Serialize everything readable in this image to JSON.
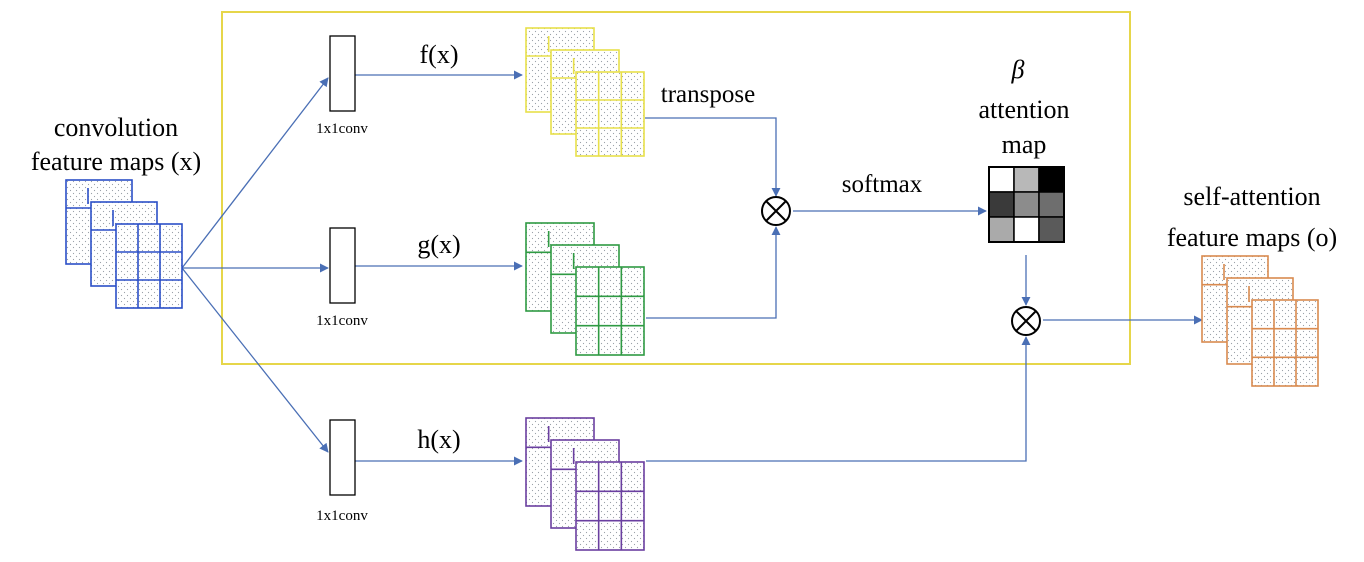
{
  "labels": {
    "input_line1": "convolution",
    "input_line2": "feature maps (x)",
    "f": "f(x)",
    "g": "g(x)",
    "h": "h(x)",
    "conv_f": "1x1conv",
    "conv_g": "1x1conv",
    "conv_h": "1x1conv",
    "transpose": "transpose",
    "softmax": "softmax",
    "beta": "β",
    "attn_line1": "attention",
    "attn_line2": "map",
    "output_line1": "self-attention",
    "output_line2": "feature maps (o)"
  },
  "colors": {
    "frame": "#e6d64a",
    "arrow": "#4a6fb5",
    "input_maps": "#2b4fc7",
    "f_maps": "#e8e04a",
    "g_maps": "#2f9a43",
    "h_maps": "#6a3fa0",
    "output_maps": "#d98a4f"
  },
  "attention_grid": [
    [
      "#ffffff",
      "#b8b8b8",
      "#000000"
    ],
    [
      "#3a3a3a",
      "#8c8c8c",
      "#6e6e6e"
    ],
    [
      "#aaaaaa",
      "#ffffff",
      "#5a5a5a"
    ]
  ],
  "icons": {
    "multiply": "circled-times-icon"
  }
}
